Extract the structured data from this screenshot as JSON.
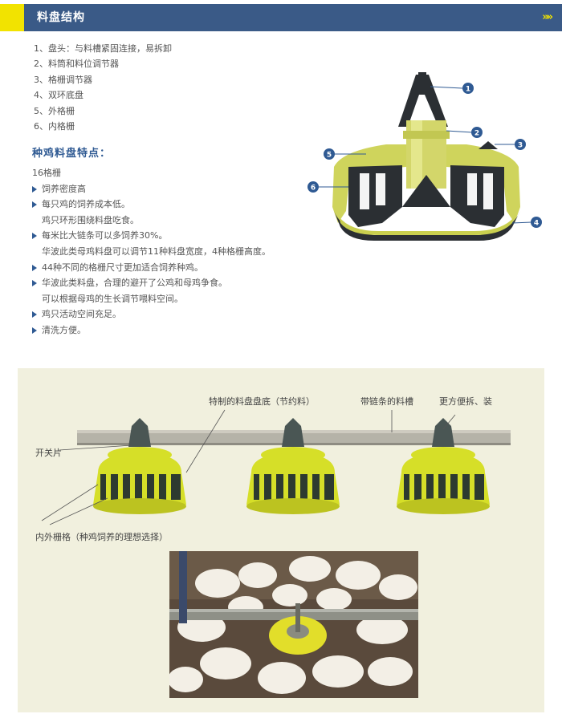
{
  "header": {
    "title": "料盘结构",
    "arrows": "»»",
    "colors": {
      "blue": "#3a5a87",
      "yellow": "#f2e300"
    }
  },
  "parts": [
    "1、盘头：与料槽紧固连接，易拆卸",
    "2、料筒和料位调节器",
    "3、格栅调节器",
    "4、双环底盘",
    "5、外格栅",
    "6、内格栅"
  ],
  "features_title": "种鸡料盘特点：",
  "features": [
    {
      "text": "16格栅",
      "bullet": false
    },
    {
      "text": "饲养密度高",
      "bullet": true
    },
    {
      "text": "每只鸡的饲养成本低。",
      "bullet": true
    },
    {
      "text": "鸡只环形围绕料盘吃食。",
      "bullet": false,
      "indent": true
    },
    {
      "text": "每米比大链条可以多饲养30%。",
      "bullet": true
    },
    {
      "text": "华波此类母鸡料盘可以调节11种料盘宽度，4种格栅高度。",
      "bullet": false,
      "indent": true
    },
    {
      "text": "44种不同的格栅尺寸更加适合饲养种鸡。",
      "bullet": true
    },
    {
      "text": "华波此类料盘，合理的避开了公鸡和母鸡争食。",
      "bullet": true
    },
    {
      "text": "可以根据母鸡的生长调节喂料空间。",
      "bullet": false,
      "indent": true
    },
    {
      "text": "鸡只活动空间充足。",
      "bullet": true
    },
    {
      "text": "清洗方便。",
      "bullet": true
    }
  ],
  "callouts": [
    "1",
    "2",
    "3",
    "4",
    "5",
    "6"
  ],
  "bottom_labels": {
    "special_pan": "特制的料盘盘底（节约料）",
    "chain_trough": "带链条的料槽",
    "easy_assembly": "更方便拆、装",
    "switch": "开关片",
    "grilles": "内外栅格（种鸡饲养的理想选择）"
  }
}
